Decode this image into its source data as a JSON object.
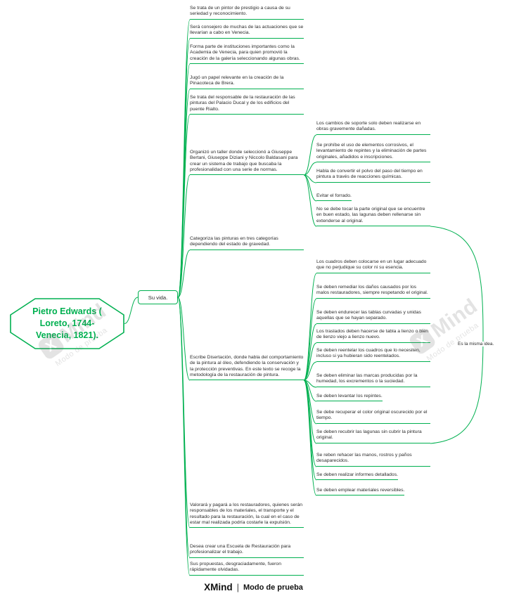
{
  "colors": {
    "accent": "#00B050",
    "watermark_gray": "#6e6e6e"
  },
  "root": {
    "lines": [
      "Pietro Edwards (",
      "Loreto, 1744-",
      "Venecia, 1821)."
    ]
  },
  "hub": {
    "label": "Su vida."
  },
  "topics": [
    {
      "text": "Se trata de un pintor de prestigio a causa de su seriedad y reconocimiento."
    },
    {
      "text": "Será consejero de muchas de las actuaciones que se llevarían a cabo en Venecia."
    },
    {
      "text": "Forma parte de instituciones importantes como la Academia de Venecia, para quien promovió la creación de la galería seleccionando algunas obras."
    },
    {
      "text": "Jugó un papel relevante en la creación de la Pinacoteca de Brera."
    },
    {
      "text": "Se trata del responsable de la restauración de las pinturas del Palacio Ducal y de los edificios del puente Rialto."
    },
    {
      "text": "Organizó un taller donde seleccionó a Giuseppe Bertani, Giuseppe Diziani y Niccolo Baldasani para crear un sistema de trabajo que buscaba la profesionalidad con una serie de normas."
    },
    {
      "text": "Categoriza las pinturas en tres categorías dependiendo del estado de gravedad."
    },
    {
      "text": "Escribe Disertación, donde habla del comportamiento de la pintura al óleo, defendiendo la conservación y la protección preventivas. En este texto se recoge la metodología de la restauración de pintura."
    },
    {
      "text": "Valorará y pagará a los restauradores, quienes serán responsables de los materiales, el transporte y el resultado para la restauración, la cual en el caso de estar mal realizada podría costarle la expulsión."
    },
    {
      "text": "Desea crear una Escuela de Restauración para profesionalizar el trabajo."
    },
    {
      "text": "Sus propuestas, desgraciadamente, fueron rápidamente olvidadas."
    }
  ],
  "taller_rules": [
    {
      "text": "Los cambios de soporte solo deben realizarse en obras gravemente dañadas."
    },
    {
      "text": "Se prohíbe el uso de elementos corrosivos, el levantamiento de repintes y la eliminación de partes originales, añadidos e inscripciones."
    },
    {
      "text": "Habla de convertir el polvo del paso del tiempo en pintura a través de reacciones químicas."
    },
    {
      "text": "Evitar el forrado."
    },
    {
      "text": "No se debe tocar la parte original que se encuentre en buen estado, las lagunas deben rellenarse sin extenderse al original."
    }
  ],
  "disertacion_rules": [
    {
      "text": "Los cuadros deben colocarse en un lugar adecuado que no perjudique su color ni su esencia."
    },
    {
      "text": "Se deben remediar los daños causados por los malos restauradores, siempre respetando el original."
    },
    {
      "text": "Se deben endurecer las tablas curvadas y unidas aquellas que se hayan separado."
    },
    {
      "text": "Los traslados deben hacerse de tabla a lienzo o bien de lienzo viejo a lienzo nuevo."
    },
    {
      "text": "Se deben reentelar los cuadros que lo necesiten, incluso si ya hubieran sido reentelados."
    },
    {
      "text": "Se deben eliminar las marcas producidas por la humedad, los excrementos o la suciedad."
    },
    {
      "text": "Se deben levantar los repintes."
    },
    {
      "text": "Se debe recuperar el color original oscurecido por el tiempo."
    },
    {
      "text": "Se deben recubrir las lagunas sin cubrir la pintura original."
    },
    {
      "text": "Se reben rehacer las manos, rostros y paños desaparecidos."
    },
    {
      "text": "Se deben realizar informes detallados."
    },
    {
      "text": "Se deben emplear materiales reversibles."
    }
  ],
  "relationship": {
    "label": "Es la misma idea."
  },
  "watermark": {
    "logo_letter": "X",
    "brand": "Mind",
    "mode": "Modo de prueba"
  },
  "footer": {
    "brand": "XMind",
    "separator": "|",
    "mode": "Modo de prueba"
  }
}
